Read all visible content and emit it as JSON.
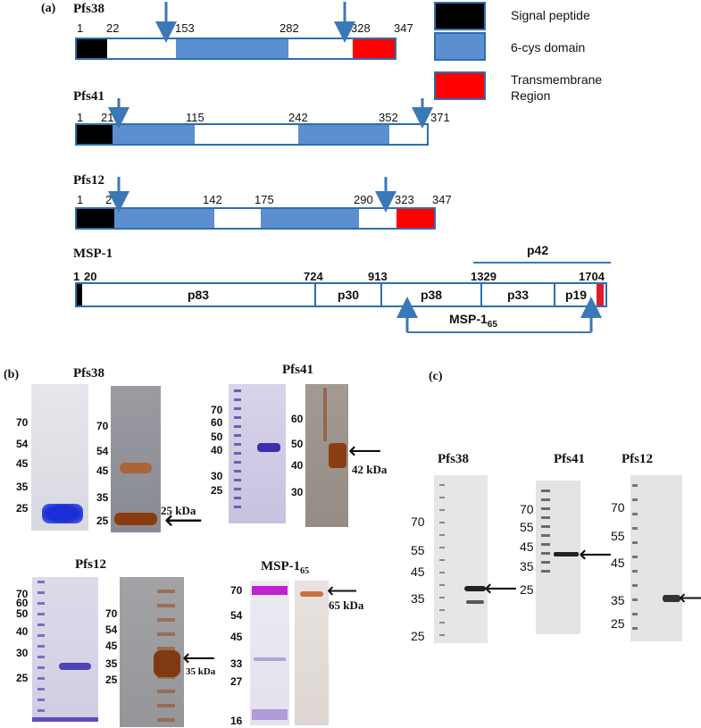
{
  "panel_a": {
    "label": "(a)",
    "legend": [
      {
        "text": "Signal peptide",
        "color": "#000000"
      },
      {
        "text": "6-cys domain",
        "color": "#5b8fd0"
      },
      {
        "text": "Transmembrane Region",
        "color": "#ff0000"
      }
    ],
    "pfs38": {
      "name": "Pfs38",
      "positions": [
        "1",
        "22",
        "153",
        "282",
        "328",
        "347"
      ]
    },
    "pfs41": {
      "name": "Pfs41",
      "positions": [
        "1",
        "21",
        "115",
        "242",
        "352",
        "371"
      ]
    },
    "pfs12": {
      "name": "Pfs12",
      "positions": [
        "1",
        "2",
        "142",
        "175",
        "290",
        "323",
        "347"
      ]
    },
    "msp1": {
      "name": "MSP-1",
      "positions": [
        "1",
        "20",
        "724",
        "913",
        "1329",
        "1704"
      ],
      "segments": [
        "p83",
        "p30",
        "p38",
        "p33",
        "p19"
      ],
      "p42": "p42",
      "msp165_main": "MSP-1",
      "msp165_sub": "65"
    }
  },
  "panel_b": {
    "label": "(b)",
    "pfs38": {
      "title": "Pfs38",
      "ladder": [
        "70",
        "54",
        "45",
        "35",
        "25"
      ],
      "ladder2": [
        "70",
        "54",
        "45",
        "35",
        "25"
      ],
      "kda": "25 kDa"
    },
    "pfs41": {
      "title": "Pfs41",
      "ladder": [
        "70",
        "60",
        "50",
        "40",
        "30",
        "25"
      ],
      "ladder2": [
        "60",
        "50",
        "40",
        "30"
      ],
      "kda": "42 kDa"
    },
    "pfs12": {
      "title": "Pfs12",
      "ladder": [
        "70",
        "60",
        "50",
        "40",
        "30",
        "25"
      ],
      "ladder2": [
        "70",
        "54",
        "45",
        "35",
        "25"
      ],
      "kda": "35 kDa"
    },
    "msp165": {
      "title_main": "MSP-1",
      "title_sub": "65",
      "ladder": [
        "70",
        "54",
        "45",
        "33",
        "27",
        "16"
      ],
      "kda": "65 kDa"
    }
  },
  "panel_c": {
    "label": "(c)",
    "pfs38": {
      "title": "Pfs38",
      "ladder": [
        "70",
        "55",
        "45",
        "35",
        "25"
      ]
    },
    "pfs41": {
      "title": "Pfs41",
      "ladder": [
        "70",
        "55",
        "45",
        "35",
        "25"
      ]
    },
    "pfs12": {
      "title": "Pfs12",
      "ladder": [
        "70",
        "55",
        "45",
        "35",
        "25"
      ]
    }
  }
}
